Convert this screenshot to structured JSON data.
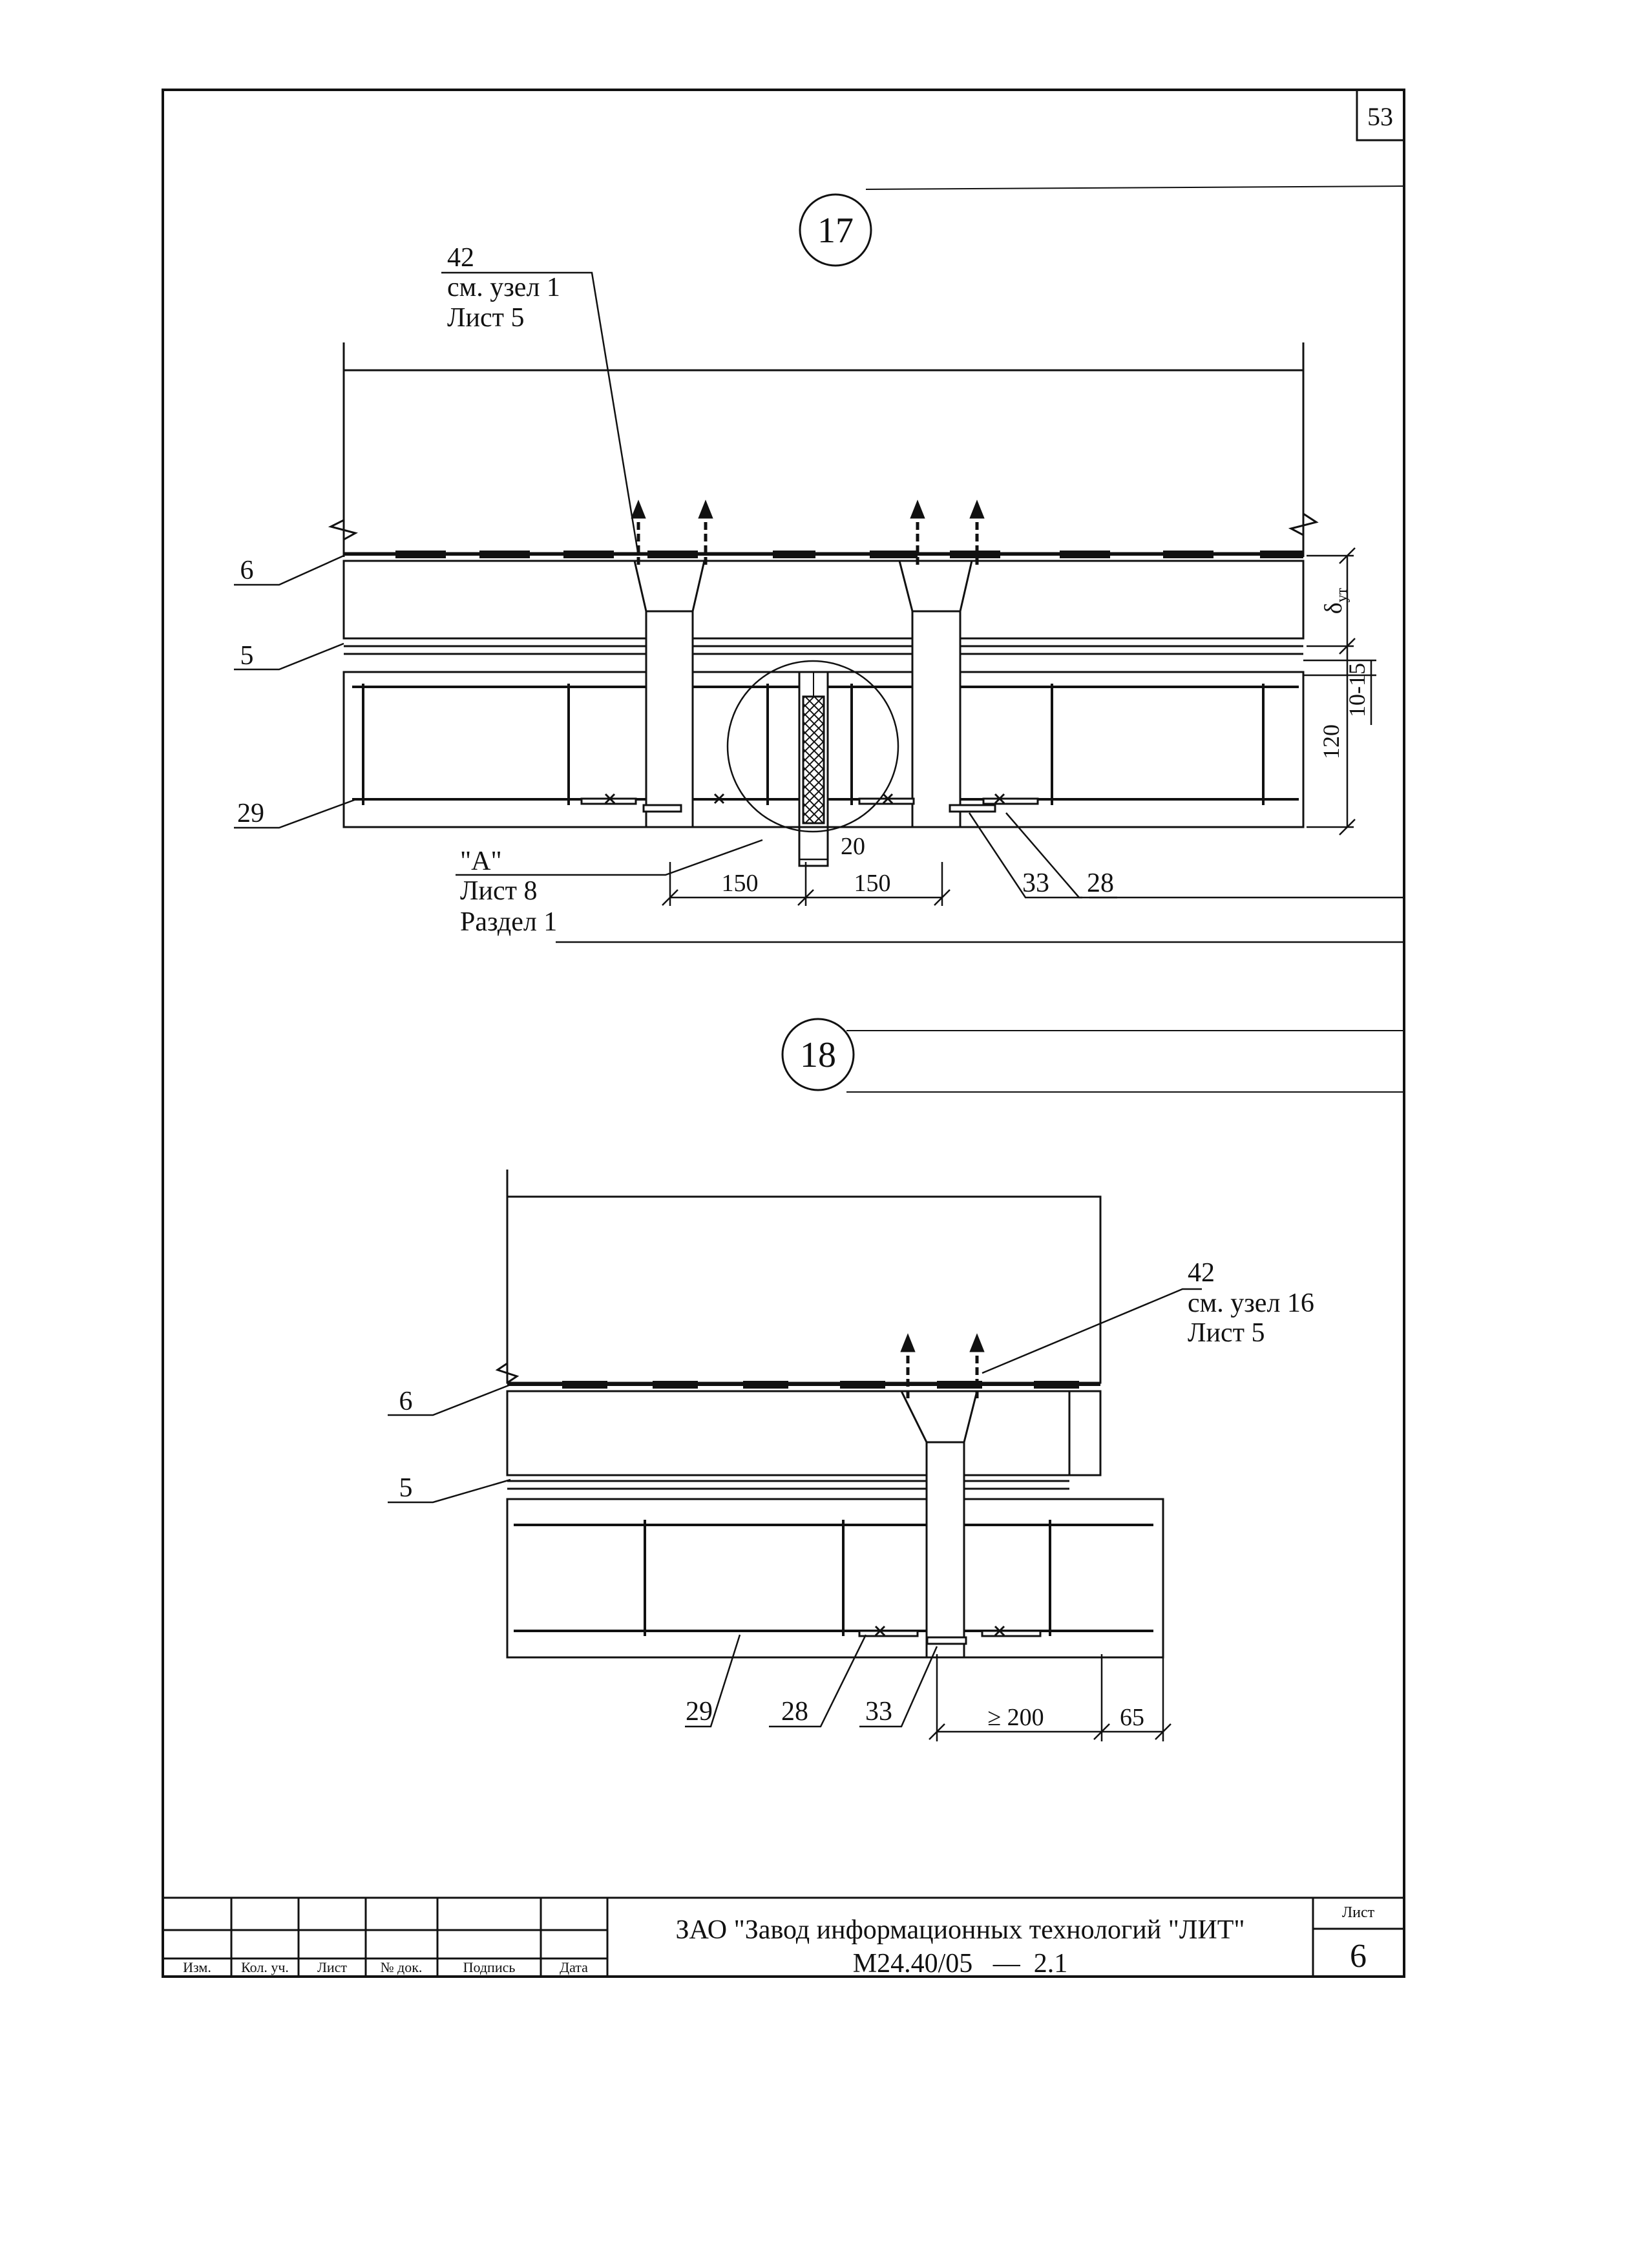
{
  "page_number": "53",
  "node_17": {
    "number": "17",
    "callout_42": {
      "num": "42",
      "ref": "см. узел 1",
      "sheet": "Лист 5"
    },
    "labels": {
      "l6": "6",
      "l5": "5",
      "l29": "29",
      "l33": "33",
      "l28": "28"
    },
    "callout_A": {
      "mark": "\"А\"",
      "sheet": "Лист 8",
      "section": "Раздел 1"
    },
    "dims": {
      "d150a": "150",
      "d150b": "150",
      "d20": "20",
      "d120": "120",
      "d1015": "10-15",
      "delta": "δ",
      "delta_sub": "ут"
    }
  },
  "node_18": {
    "number": "18",
    "callout_42": {
      "num": "42",
      "ref": "см. узел 16",
      "sheet": "Лист 5"
    },
    "labels": {
      "l6": "6",
      "l5": "5",
      "l29": "29",
      "l28": "28",
      "l33": "33"
    },
    "dims": {
      "d200": "≥ 200",
      "d65": "65"
    }
  },
  "title_block": {
    "columns": [
      "Изм.",
      "Кол. уч.",
      "Лист",
      "№ док.",
      "Подпись",
      "Дата"
    ],
    "company": "ЗАО \"Завод информационных технологий \"ЛИТ\"",
    "doc_code": "М24.40/05   —  2.1",
    "sheet_label": "Лист",
    "sheet_number": "6"
  }
}
